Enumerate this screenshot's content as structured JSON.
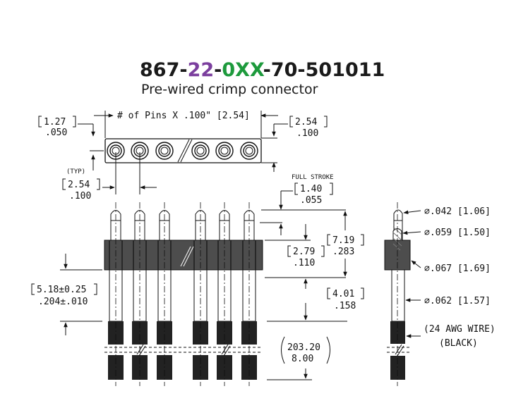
{
  "header": {
    "part_number": {
      "seg1": "867-",
      "seg2": "22",
      "seg3": "-",
      "seg4": "0XX",
      "seg5": "-70-501011",
      "color_purple": "#7b3f9e",
      "color_green": "#1d9a3c"
    },
    "subtitle": "Pre-wired crimp connector"
  },
  "top_view": {
    "pins_label": "# of Pins X .100\" [2.54]",
    "left_offset_mm": "1.27",
    "left_offset_in": ".050",
    "right_width_mm": "2.54",
    "right_width_in": ".100",
    "typ_label": "(TYP)",
    "pitch_mm": "2.54",
    "pitch_in": ".100"
  },
  "front_view": {
    "full_stroke_label": "FULL STROKE",
    "stroke_mm": "1.40",
    "stroke_in": ".055",
    "height_mm": "7.19",
    "height_in": ".283",
    "plunger_mm": "2.79",
    "plunger_in": ".110",
    "body_mm": "5.18±0.25",
    "body_in": ".204±.010",
    "tail_mm": "4.01",
    "tail_in": ".158",
    "wire_mm": "203.20",
    "wire_in": "8.00"
  },
  "side_view": {
    "d1": "∅.042 [1.06]",
    "d2": "∅.059 [1.50]",
    "d3": "∅.067 [1.69]",
    "d4": "∅.062 [1.57]",
    "wire_label_1": "(24 AWG WIRE)",
    "wire_label_2": "(BLACK)"
  }
}
